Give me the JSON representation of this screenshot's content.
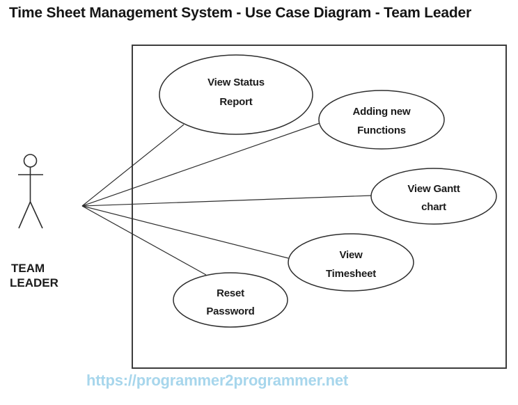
{
  "title": "Time Sheet Management System - Use Case Diagram - Team Leader",
  "actor": {
    "name_lines": [
      "TEAM",
      "LEADER"
    ]
  },
  "use_cases": [
    {
      "id": "view-status-report",
      "lines": [
        "View Status",
        "Report"
      ]
    },
    {
      "id": "adding-new-functions",
      "lines": [
        "Adding new",
        "Functions"
      ]
    },
    {
      "id": "view-gantt-chart",
      "lines": [
        "View Gantt",
        "chart"
      ]
    },
    {
      "id": "view-timesheet",
      "lines": [
        "View",
        "Timesheet"
      ]
    },
    {
      "id": "reset-password",
      "lines": [
        "Reset",
        "Password"
      ]
    }
  ],
  "footer": {
    "url": "https://programmer2programmer.net"
  },
  "colors": {
    "background": "#ffffff",
    "title_text": "#151515",
    "diagram_stroke": "#2d2d2d",
    "boundary_stroke": "#3c3c3c",
    "label_text": "#1b1b1b",
    "footer_link": "#a7d6ec"
  }
}
